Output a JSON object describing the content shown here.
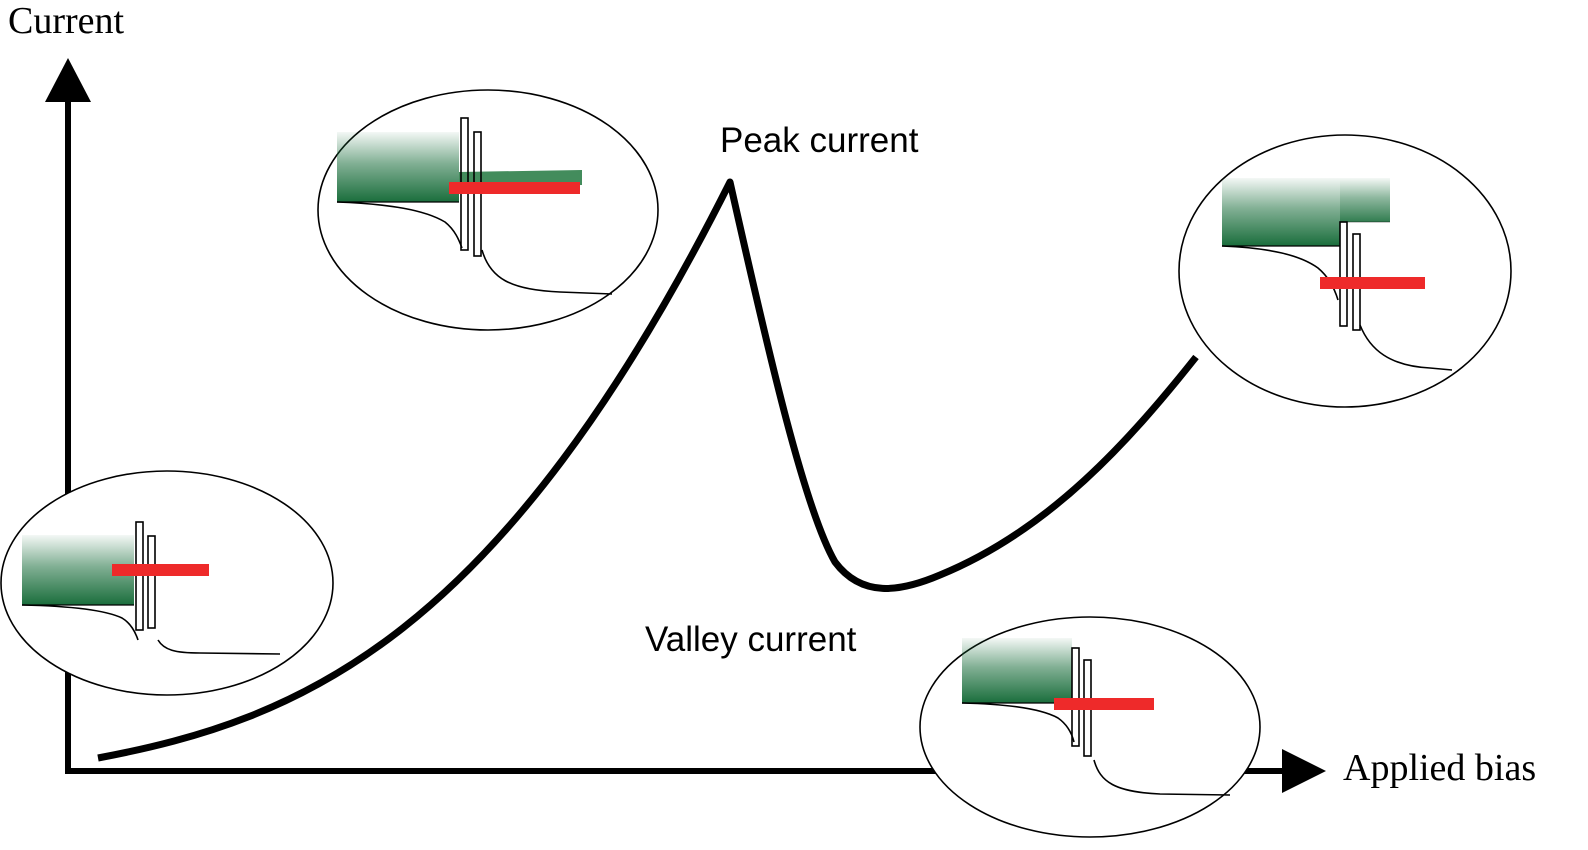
{
  "diagram": {
    "axis": {
      "y_label": "Current",
      "x_label": "Applied bias"
    },
    "annotations": {
      "peak": "Peak current",
      "valley": "Valley current"
    },
    "colors": {
      "curve": "#000000",
      "band_fill": "#1a6e3c",
      "fermi_level": "#ee2a2a",
      "outline": "#000000"
    },
    "insets": [
      {
        "name": "band-diagram-low-bias"
      },
      {
        "name": "band-diagram-rising"
      },
      {
        "name": "band-diagram-valley"
      },
      {
        "name": "band-diagram-high-bias"
      }
    ]
  }
}
